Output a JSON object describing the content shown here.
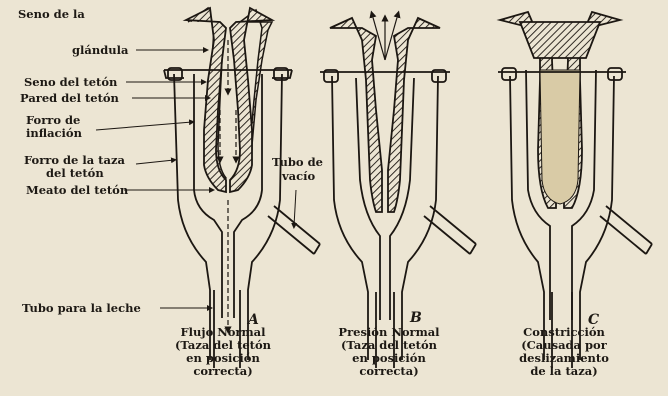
{
  "labels": {
    "seno_glandula_1": "Seno de la",
    "seno_glandula_2": "glándula",
    "seno_teton": "Seno del tetón",
    "pared_teton": "Pared del tetón",
    "forro_inflacion_1": "Forro de",
    "forro_inflacion_2": "inflación",
    "forro_taza_1": "Forro de la taza",
    "forro_taza_2": "del tetón",
    "meato_teton": "Meato del tetón",
    "tubo_vacio_1": "Tubo de",
    "tubo_vacio_2": "vacío",
    "tubo_leche": "Tubo para la leche"
  },
  "panels": [
    {
      "letter": "A",
      "caption": [
        "Flujo Normal",
        "(Taza del tetón",
        "en posición",
        "correcta)"
      ]
    },
    {
      "letter": "B",
      "caption": [
        "Presión  Normal",
        "(Taza del tetón",
        "en posición",
        "correcta)"
      ]
    },
    {
      "letter": "C",
      "caption": [
        "Constricción",
        "(Causada por",
        "deslizamiento",
        "de la taza)"
      ]
    }
  ],
  "colors": {
    "paper": "#ece5d3",
    "ink": "#1c1712",
    "milk_fill": "#d9cba6"
  }
}
